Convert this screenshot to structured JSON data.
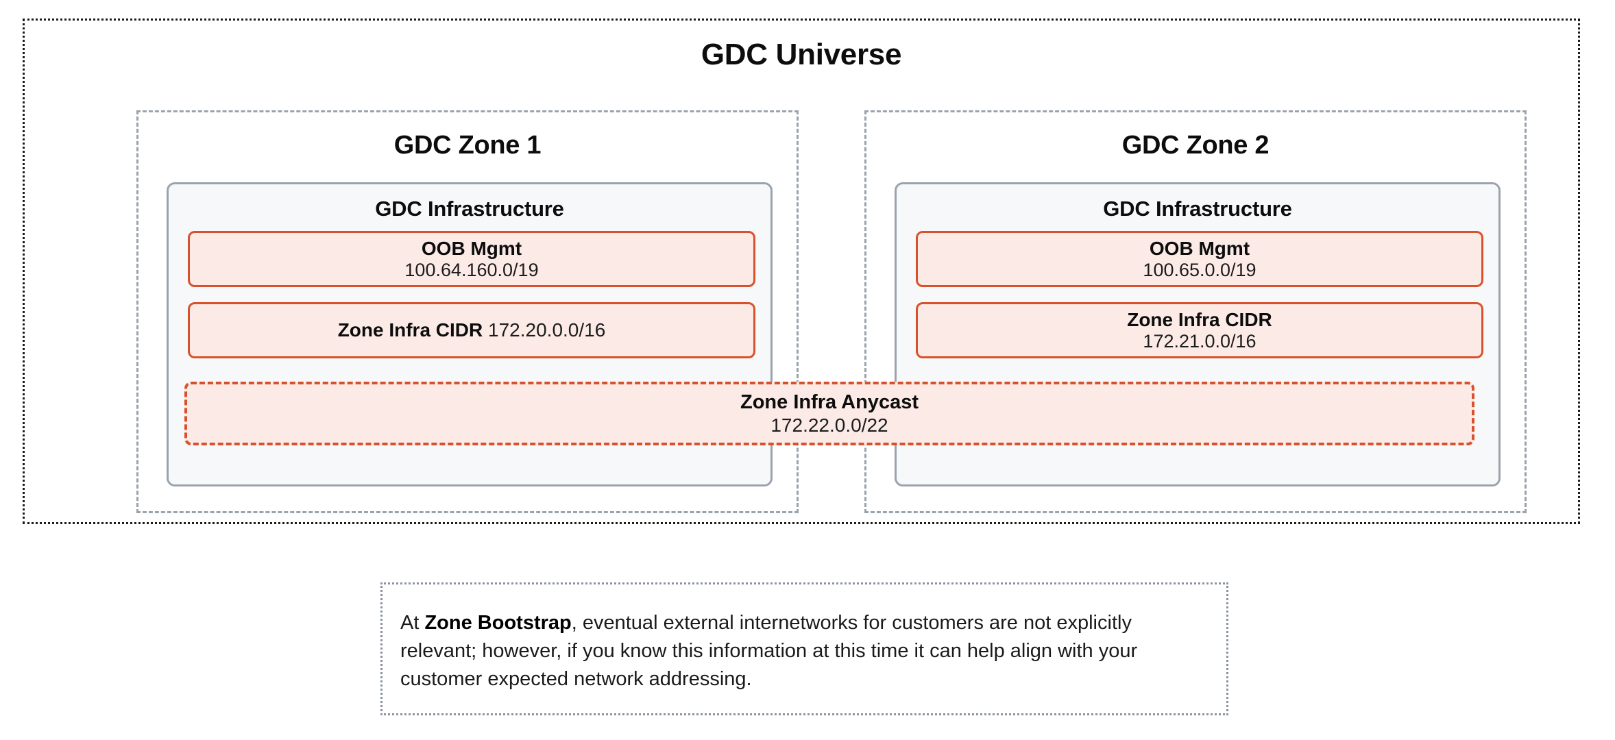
{
  "universe": {
    "title": "GDC Universe",
    "border_color": "#1b1b1b"
  },
  "zones": [
    {
      "title": "GDC Zone 1",
      "infrastructure": {
        "title": "GDC Infrastructure",
        "boxes": [
          {
            "label": "OOB Mgmt",
            "value": "100.64.160.0/19",
            "layout": "stacked"
          },
          {
            "label": "Zone Infra CIDR",
            "value": "172.20.0.0/16",
            "layout": "inline"
          }
        ]
      }
    },
    {
      "title": "GDC Zone 2",
      "infrastructure": {
        "title": "GDC Infrastructure",
        "boxes": [
          {
            "label": "OOB Mgmt",
            "value": "100.65.0.0/19",
            "layout": "stacked"
          },
          {
            "label": "Zone Infra CIDR",
            "value": "172.21.0.0/16",
            "layout": "stacked"
          }
        ]
      }
    }
  ],
  "anycast": {
    "label": "Zone Infra Anycast",
    "value": "172.22.0.0/22"
  },
  "note": {
    "lead": "At ",
    "emphasis": "Zone Bootstrap",
    "body": ", eventual external internetworks for customers are not explicitly relevant; however, if you know this information at this time it can help align with your customer expected network addressing."
  },
  "colors": {
    "cidr_border": "#d9512c",
    "cidr_fill": "#fbeae6",
    "infra_border": "#9aa3ad",
    "infra_fill": "#f6f8fa",
    "zone_border": "#9aa3ad",
    "universe_border": "#1b1b1b"
  }
}
